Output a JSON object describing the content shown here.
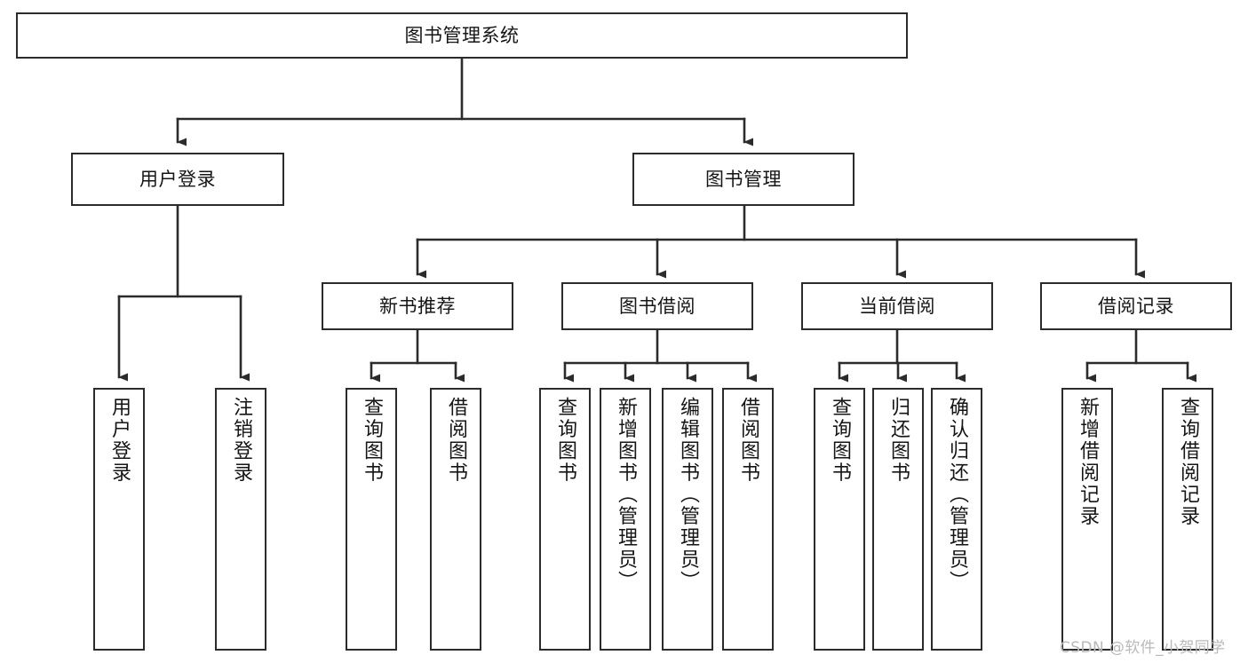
{
  "diagram": {
    "type": "tree",
    "title": "图书管理系统",
    "orientation": "top-down",
    "watermark": "CSDN @软件_小贺同学",
    "nodes": {
      "root": {
        "label": "图书管理系统"
      },
      "level2": [
        {
          "id": "user-login",
          "label": "用户登录"
        },
        {
          "id": "book-manage",
          "label": "图书管理"
        }
      ],
      "level3": [
        {
          "id": "new-book-recommend",
          "label": "新书推荐"
        },
        {
          "id": "book-borrow",
          "label": "图书借阅"
        },
        {
          "id": "current-borrow",
          "label": "当前借阅"
        },
        {
          "id": "borrow-record",
          "label": "借阅记录"
        }
      ],
      "leaves": {
        "user_login": [
          {
            "id": "leaf-user-login",
            "label": "用户登录"
          },
          {
            "id": "leaf-logout-login",
            "label": "注销登录"
          }
        ],
        "new_book_recommend": [
          {
            "id": "leaf-query-book-1",
            "label": "查询图书"
          },
          {
            "id": "leaf-borrow-book-1",
            "label": "借阅图书"
          }
        ],
        "book_borrow": [
          {
            "id": "leaf-query-book-2",
            "label": "查询图书"
          },
          {
            "id": "leaf-add-book",
            "label": "新增图书（管理员）"
          },
          {
            "id": "leaf-edit-book",
            "label": "编辑图书（管理员）"
          },
          {
            "id": "leaf-borrow-book-2",
            "label": "借阅图书"
          }
        ],
        "current_borrow": [
          {
            "id": "leaf-query-book-3",
            "label": "查询图书"
          },
          {
            "id": "leaf-return-book",
            "label": "归还图书"
          },
          {
            "id": "leaf-confirm-return",
            "label": "确认归还（管理员）"
          }
        ],
        "borrow_record": [
          {
            "id": "leaf-add-record",
            "label": "新增借阅记录"
          },
          {
            "id": "leaf-query-record",
            "label": "查询借阅记录"
          }
        ]
      }
    },
    "colors": {
      "stroke": "#2b2b2b",
      "fill": "#ffffff",
      "text": "#151515",
      "watermark": "#b9b9b9"
    }
  }
}
